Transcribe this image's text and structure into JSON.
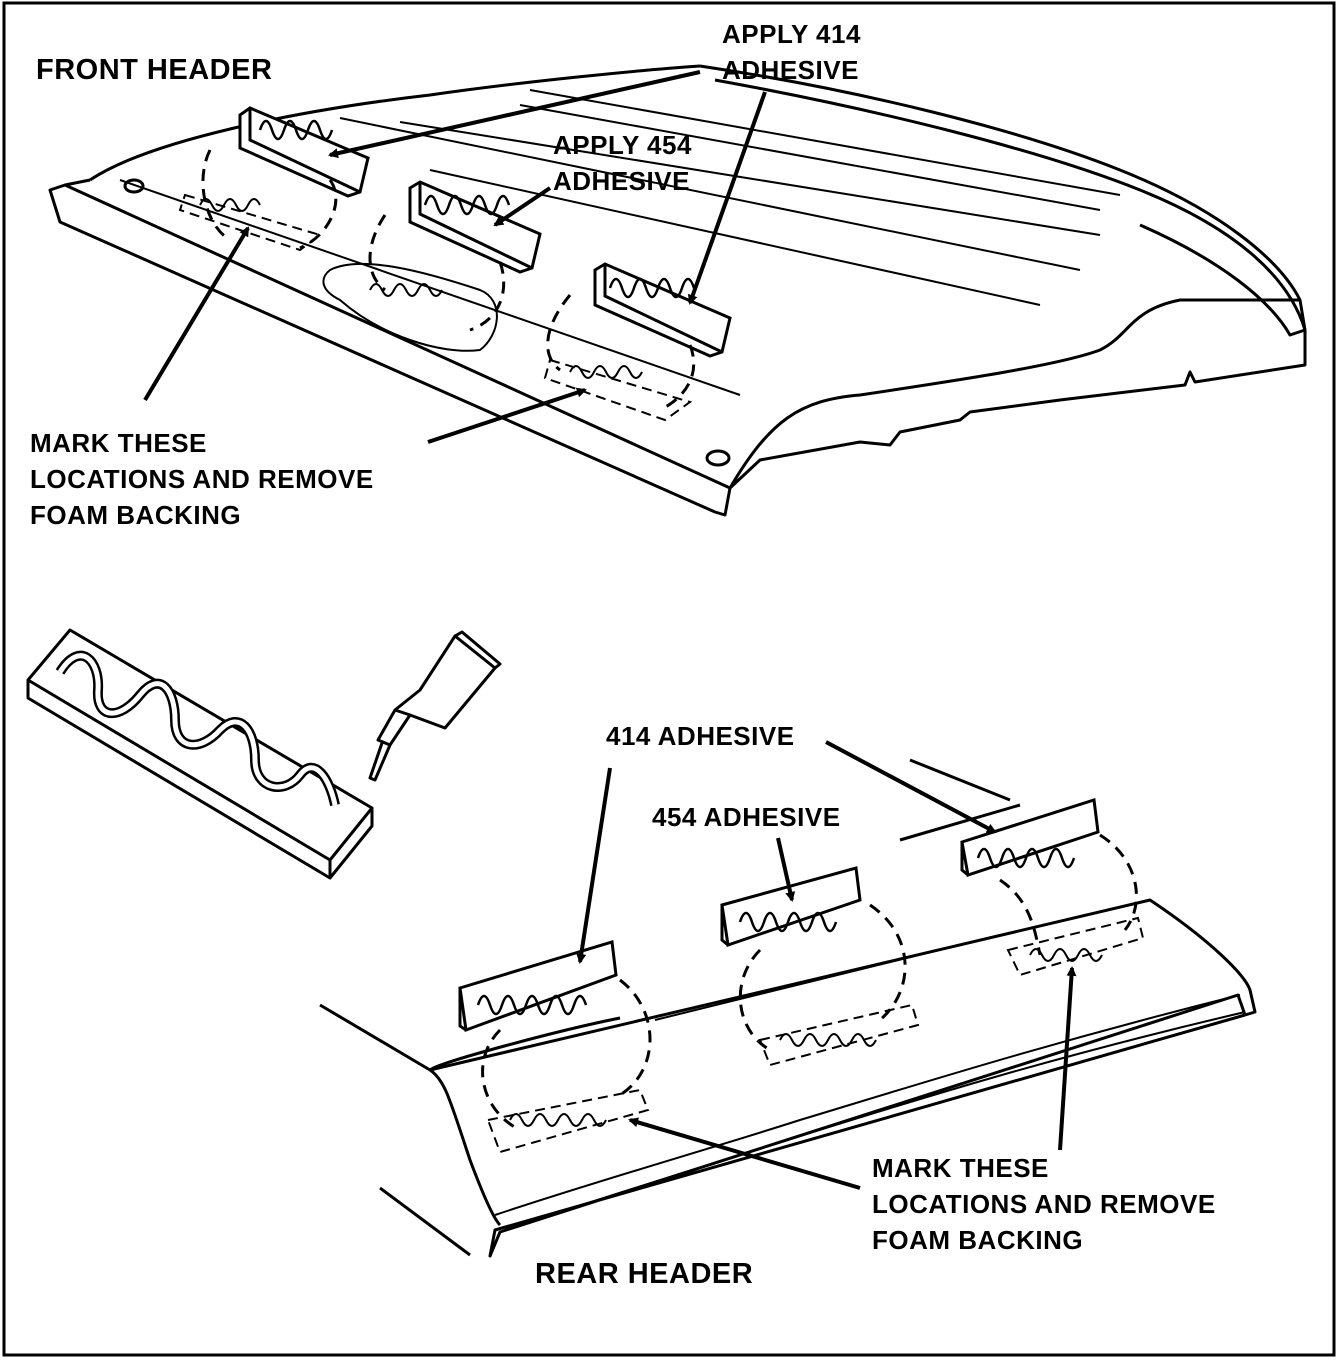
{
  "front_header": {
    "title": "FRONT HEADER",
    "apply_414": [
      "APPLY 414",
      "ADHESIVE"
    ],
    "apply_454": [
      "APPLY 454",
      "ADHESIVE"
    ],
    "mark_note": [
      "MARK THESE",
      "LOCATIONS AND REMOVE",
      "FOAM BACKING"
    ]
  },
  "rear_header": {
    "title": "REAR HEADER",
    "adhesive_414": "414 ADHESIVE",
    "adhesive_454": "454 ADHESIVE",
    "mark_note": [
      "MARK THESE",
      "LOCATIONS AND REMOVE",
      "FOAM BACKING"
    ]
  }
}
